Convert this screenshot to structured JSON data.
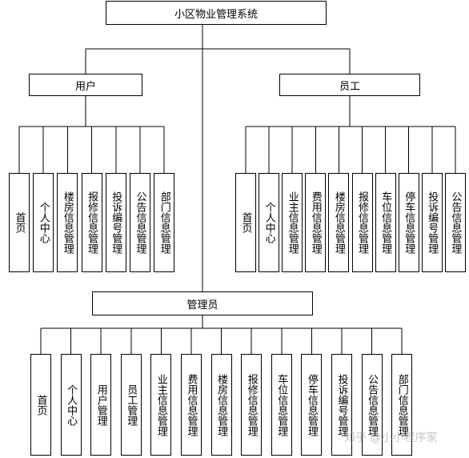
{
  "root": "小区物业管理系统",
  "roles": {
    "user": {
      "title": "用户",
      "items": [
        "首页",
        "个人中心",
        "楼房信息管理",
        "报修信息管理",
        "投诉编号管理",
        "公告信息管理",
        "部门信息管理"
      ]
    },
    "staff": {
      "title": "员工",
      "items": [
        "首页",
        "个人中心",
        "业主信息管理",
        "费用信息管理",
        "楼房信息管理",
        "报修信息管理",
        "车位信息管理",
        "停车信息管理",
        "投诉编号管理",
        "公告信息管理"
      ]
    },
    "admin": {
      "title": "管理员",
      "items": [
        "首页",
        "个人中心",
        "用户管理",
        "员工管理",
        "业主信息管理",
        "费用信息管理",
        "楼房信息管理",
        "报修信息管理",
        "车位信息管理",
        "停车信息管理",
        "投诉编号管理",
        "公告信息管理",
        "部门信息管理"
      ]
    }
  },
  "watermark": "知乎 @小小程序家"
}
